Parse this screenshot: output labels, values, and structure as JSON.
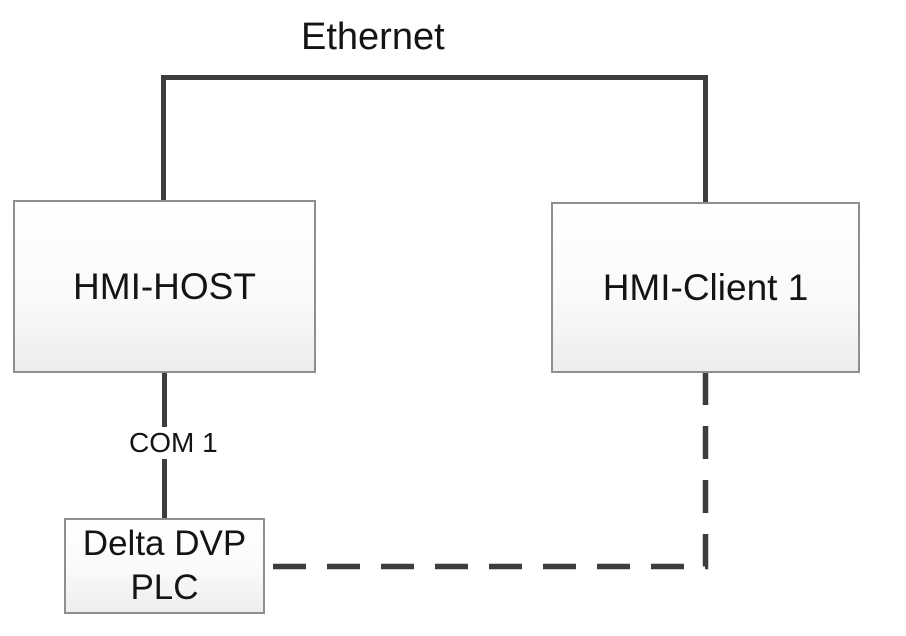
{
  "diagram": {
    "ethernet_label": "Ethernet",
    "com_port_label": "COM 1",
    "nodes": [
      {
        "id": "hmi-host",
        "label": "HMI-HOST"
      },
      {
        "id": "hmi-client-1",
        "label": "HMI-Client 1"
      },
      {
        "id": "delta-dvp-plc",
        "label": "Delta DVP PLC"
      }
    ],
    "connections": [
      {
        "from": "HMI-HOST",
        "to": "HMI-Client 1",
        "via": "Ethernet",
        "style": "solid"
      },
      {
        "from": "HMI-HOST",
        "to": "Delta DVP PLC",
        "via": "COM 1",
        "style": "solid"
      },
      {
        "from": "HMI-Client 1",
        "to": "Delta DVP PLC",
        "style": "dashed"
      }
    ],
    "colors": {
      "line": "#3d3d3d",
      "box_border": "#8f8f8f",
      "box_fill_top": "#ffffff",
      "box_fill_bottom": "#ededed",
      "text": "#141414",
      "background": "#ffffff"
    }
  }
}
